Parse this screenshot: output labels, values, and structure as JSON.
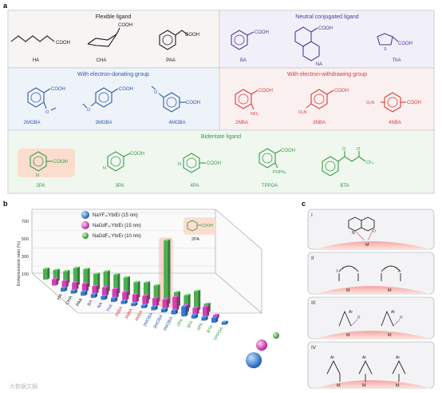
{
  "panel_a": {
    "label": "a",
    "groups": {
      "flexible": {
        "title": "Flexible ligand",
        "color": "#1a1a1a"
      },
      "neutral": {
        "title": "Neutral conjugated ligand",
        "color": "#4b3aa0"
      },
      "donating": {
        "title": "With electron-donating group",
        "color": "#2d5aa6"
      },
      "withdrawing": {
        "title": "With electron-withdrawing group",
        "color": "#d93a3a"
      },
      "bidentate": {
        "title": "Bidentate ligand",
        "color": "#3a9a4a"
      }
    },
    "ligands": [
      {
        "name": "HA",
        "group": "flexible"
      },
      {
        "name": "CHA",
        "group": "flexible"
      },
      {
        "name": "PAA",
        "group": "flexible"
      },
      {
        "name": "BA",
        "group": "neutral"
      },
      {
        "name": "NA",
        "group": "neutral"
      },
      {
        "name": "ThA",
        "group": "neutral"
      },
      {
        "name": "2MOBA",
        "group": "donating"
      },
      {
        "name": "3MOBA",
        "group": "donating"
      },
      {
        "name": "4MOBA",
        "group": "donating"
      },
      {
        "name": "2NBA",
        "group": "withdrawing"
      },
      {
        "name": "3NBA",
        "group": "withdrawing"
      },
      {
        "name": "4NBA",
        "group": "withdrawing"
      },
      {
        "name": "2PA",
        "group": "bidentate"
      },
      {
        "name": "3PA",
        "group": "bidentate"
      },
      {
        "name": "4PA",
        "group": "bidentate"
      },
      {
        "name": "TPPOA",
        "group": "bidentate"
      },
      {
        "name": "BTA",
        "group": "bidentate"
      }
    ],
    "atoms": {
      "cooh": "COOH",
      "ome": "O",
      "no2": "NO₂",
      "o2n": "O₂N",
      "n": "N",
      "s": "S",
      "o": "O",
      "pph2": "POPh₂",
      "cf3": "CF₃"
    }
  },
  "panel_b": {
    "label": "b",
    "ylabel": "Enhancement ratio (%)",
    "yticks": [
      "100",
      "300",
      "500",
      "700"
    ],
    "inset_label": "2PA",
    "inset_atom": "COOH",
    "legend": [
      {
        "text": "NaYF₄:Yb/Er (15 nm)",
        "color": "#3a78c9"
      },
      {
        "text": "NaGdF₄:Yb/Er (15 nm)",
        "color": "#d63fb3"
      },
      {
        "text": "NaGdF₄:Yb/Er (10 nm)",
        "color": "#4caf50"
      }
    ]
  },
  "panel_c": {
    "label": "c",
    "boxes": [
      "I",
      "II",
      "III",
      "IV"
    ],
    "atoms": {
      "m": "M",
      "o": "O",
      "n": "N",
      "x": "X",
      "r": "R",
      "ar": "Ar"
    }
  },
  "watermark": "大数据文摘",
  "chart_data": {
    "type": "bar",
    "title": "",
    "ylabel": "Enhancement ratio (%)",
    "categories": [
      "HA",
      "CHA",
      "PAA",
      "BA",
      "NA",
      "ThA",
      "2NBA",
      "3NBA",
      "4NBA",
      "2MOBA",
      "3MOBA",
      "4MOBA",
      "2PA",
      "3PA",
      "4PA",
      "BTA",
      "TPPOA"
    ],
    "series": [
      {
        "name": "NaYF₄:Yb/Er (15 nm)",
        "color": "#3a78c9",
        "values": [
          40,
          35,
          45,
          38,
          40,
          42,
          35,
          30,
          32,
          40,
          38,
          45,
          110,
          40,
          38,
          55,
          30
        ]
      },
      {
        "name": "NaGdF₄:Yb/Er (15 nm)",
        "color": "#d63fb3",
        "values": [
          70,
          75,
          80,
          90,
          85,
          95,
          100,
          90,
          85,
          95,
          90,
          100,
          150,
          80,
          75,
          110,
          40
        ]
      },
      {
        "name": "NaGdF₄:Yb/Er (10 nm)",
        "color": "#4caf50",
        "values": [
          120,
          130,
          140,
          200,
          210,
          180,
          230,
          220,
          210,
          180,
          200,
          190,
          720,
          160,
          150,
          220,
          100
        ]
      }
    ]
  }
}
